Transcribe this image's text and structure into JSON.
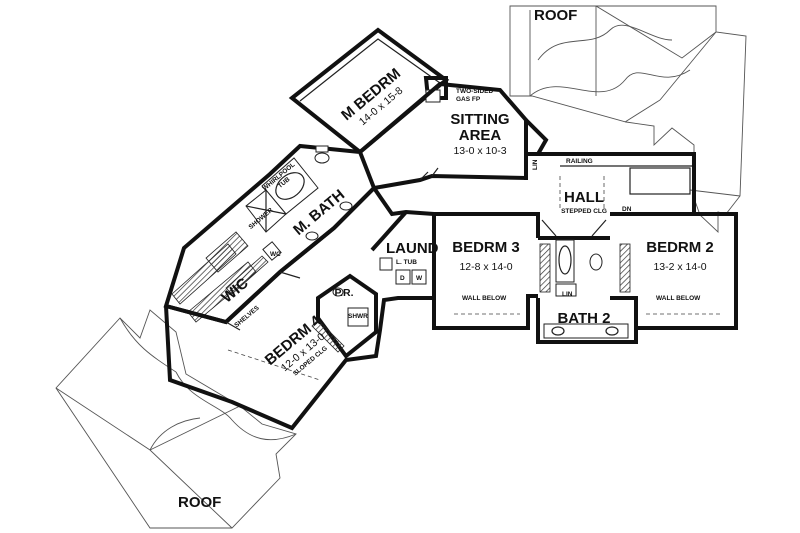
{
  "roof_labels": {
    "top": "ROOF",
    "bottom": "ROOF"
  },
  "rooms": {
    "m_bedrm": {
      "name": "M BEDRM",
      "dims": "14-0 x 15-8"
    },
    "sitting": {
      "name_line1": "SITTING",
      "name_line2": "AREA",
      "dims": "13-0 x 10-3"
    },
    "gas_fp": {
      "line1": "TWO-SIDED",
      "line2": "GAS FP"
    },
    "hall": {
      "name": "HALL",
      "note": "STEPPED CLG"
    },
    "bedrm3": {
      "name": "BEDRM 3",
      "dims": "12-8 x 14-0"
    },
    "bedrm2": {
      "name": "BEDRM 2",
      "dims": "13-2 x 14-0"
    },
    "bath2": {
      "name": "BATH 2"
    },
    "m_bath": {
      "name": "M. BATH"
    },
    "laund": {
      "name": "LAUND",
      "tub": "L. TUB"
    },
    "wic": {
      "name": "WIC",
      "shelves": "SHELVES"
    },
    "bedrm4": {
      "name": "BEDRM 4",
      "dims": "12-0 x 13-0",
      "note": "SLOPED CLG"
    },
    "pr": {
      "name": "P.R."
    }
  },
  "small_labels": {
    "whirlpool": "WHIRLPOOL",
    "tub": "TUB",
    "shower": "SHOWER",
    "wc": "WC",
    "shwr": "SHWR",
    "lin_bath2": "LIN",
    "lin_hall": "LIN",
    "railing": "RAILING",
    "dn": "DN",
    "dryer": "D",
    "washer": "W",
    "wall_below_left": "WALL BELOW",
    "wall_below_right": "WALL BELOW"
  }
}
